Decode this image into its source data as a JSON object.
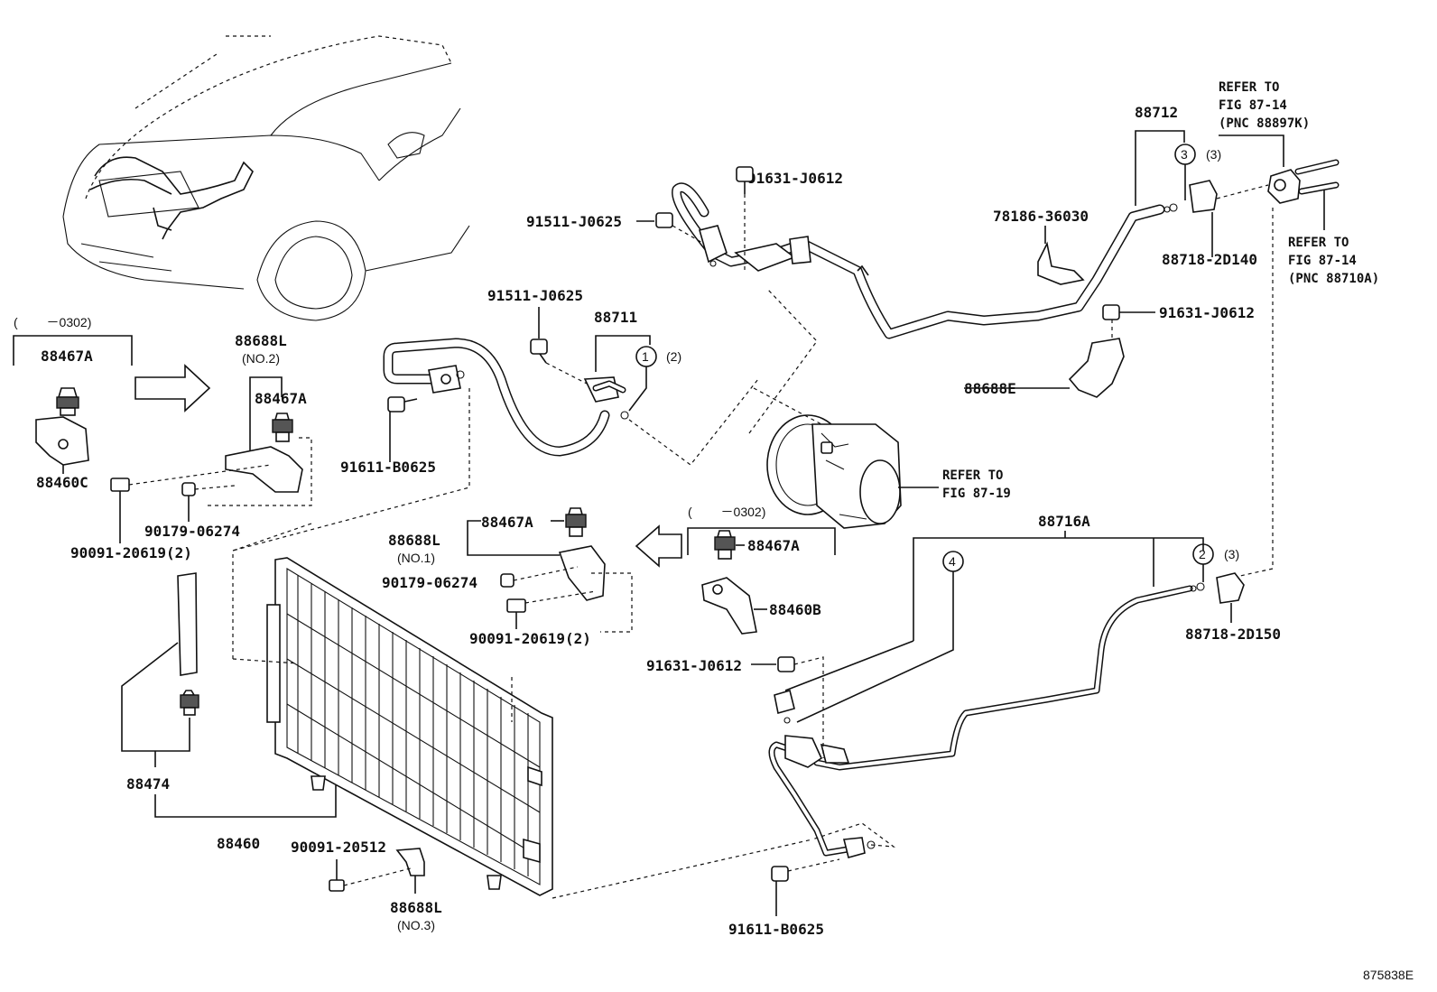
{
  "diagram_id": "875838E",
  "labels": {
    "p91631_top": "91631-J0612",
    "p91511_top": "91511-J0625",
    "p91511_mid": "91511-J0625",
    "p88711": "88711",
    "circle1": "1",
    "qty1": "(2)",
    "p91611_left": "91611-B0625",
    "p88712": "88712",
    "circle3": "3",
    "qty3": "(3)",
    "p78186": "78186-36030",
    "p88718_2d140": "88718-2D140",
    "p91631_right": "91631-J0612",
    "p88688e": "88688E",
    "p88716a": "88716A",
    "circle4": "4",
    "circle2": "2",
    "qty2": "(3)",
    "p88718_2d150": "88718-2D150",
    "p91631_mid": "91631-J0612",
    "p91611_bottom": "91611-B0625",
    "range_left": "(　　 －0302)",
    "p88467a_left": "88467A",
    "p88460c": "88460C",
    "p88688l_no2": "88688L",
    "no2": "(NO.2)",
    "p88467a_no2": "88467A",
    "p90179_left": "90179-06274",
    "p90091_left": "90091-20619(2)",
    "p88688l_no1": "88688L",
    "no1": "(NO.1)",
    "p88467a_no1": "88467A",
    "p90179_mid": "90179-06274",
    "p90091_mid": "90091-20619(2)",
    "range_right": "(　　 －0302)",
    "p88467a_right": "88467A",
    "p88460b": "88460B",
    "p88474": "88474",
    "p88460": "88460",
    "p90091_20512": "90091-20512",
    "p88688l_no3": "88688L",
    "no3": "(NO.3)"
  },
  "references": {
    "ref_top_1": "REFER TO",
    "ref_top_2": "FIG 87-14",
    "ref_top_3": "(PNC 88897K)",
    "ref_right_1": "REFER TO",
    "ref_right_2": "FIG 87-14",
    "ref_right_3": "(PNC 88710A)",
    "ref_comp_1": "REFER TO",
    "ref_comp_2": "FIG 87-19"
  }
}
